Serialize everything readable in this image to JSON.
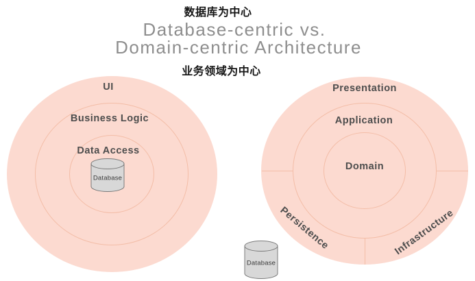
{
  "header": {
    "subtitle_top_zh": "数据库为中心",
    "title_line1": "Database-centric vs.",
    "title_line2": "Domain-centric Architecture",
    "subtitle_bottom_zh": "业务领域为中心"
  },
  "left_diagram": {
    "name": "database-centric architecture",
    "layers": [
      "UI",
      "Business Logic",
      "Data Access"
    ],
    "center_icon": "database-cylinder-icon",
    "database_label": "Database"
  },
  "right_diagram": {
    "name": "domain-centric architecture",
    "layers": [
      "Presentation",
      "Application",
      "Domain"
    ],
    "outer_ring_sections": [
      "Persistence",
      "Infrastructure"
    ],
    "external_icon": "database-cylinder-icon",
    "external_database_label": "Database"
  },
  "colors": {
    "circle_fill": "#fcdad0",
    "ring_stroke": "#f3bda7",
    "title_text": "#8e8e8e",
    "layer_label_text": "#4d4d4d",
    "subtitle_text": "#161616",
    "cylinder_fill": "#d8d8d8",
    "cylinder_stroke": "#7a7a7a"
  }
}
